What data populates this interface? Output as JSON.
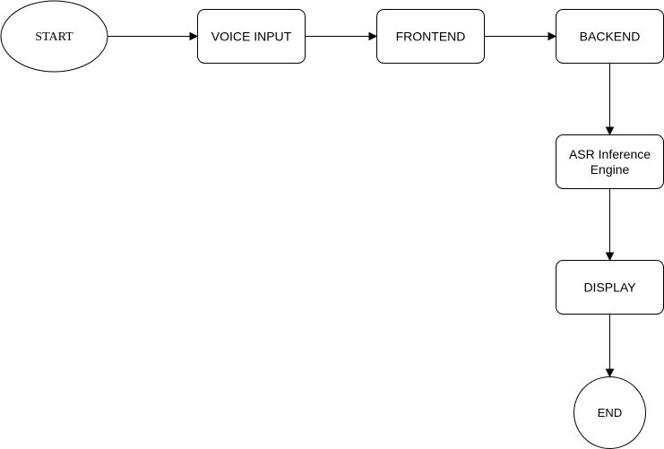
{
  "nodes": {
    "start": {
      "label": "START",
      "shape": "ellipse"
    },
    "voice_input": {
      "label": "VOICE INPUT",
      "shape": "rounded-rect"
    },
    "frontend": {
      "label": "FRONTEND",
      "shape": "rounded-rect"
    },
    "backend": {
      "label": "BACKEND",
      "shape": "rounded-rect"
    },
    "asr": {
      "label_line1": "ASR Inference",
      "label_line2": "Engine",
      "shape": "rounded-rect"
    },
    "display": {
      "label": "DISPLAY",
      "shape": "rounded-rect"
    },
    "end": {
      "label": "END",
      "shape": "circle"
    }
  },
  "edges": [
    {
      "from": "START",
      "to": "VOICE INPUT"
    },
    {
      "from": "VOICE INPUT",
      "to": "FRONTEND"
    },
    {
      "from": "FRONTEND",
      "to": "BACKEND"
    },
    {
      "from": "BACKEND",
      "to": "ASR Inference Engine"
    },
    {
      "from": "ASR Inference Engine",
      "to": "DISPLAY"
    },
    {
      "from": "DISPLAY",
      "to": "END"
    }
  ],
  "colors": {
    "stroke": "#000000",
    "fill": "#ffffff",
    "text": "#000000"
  }
}
